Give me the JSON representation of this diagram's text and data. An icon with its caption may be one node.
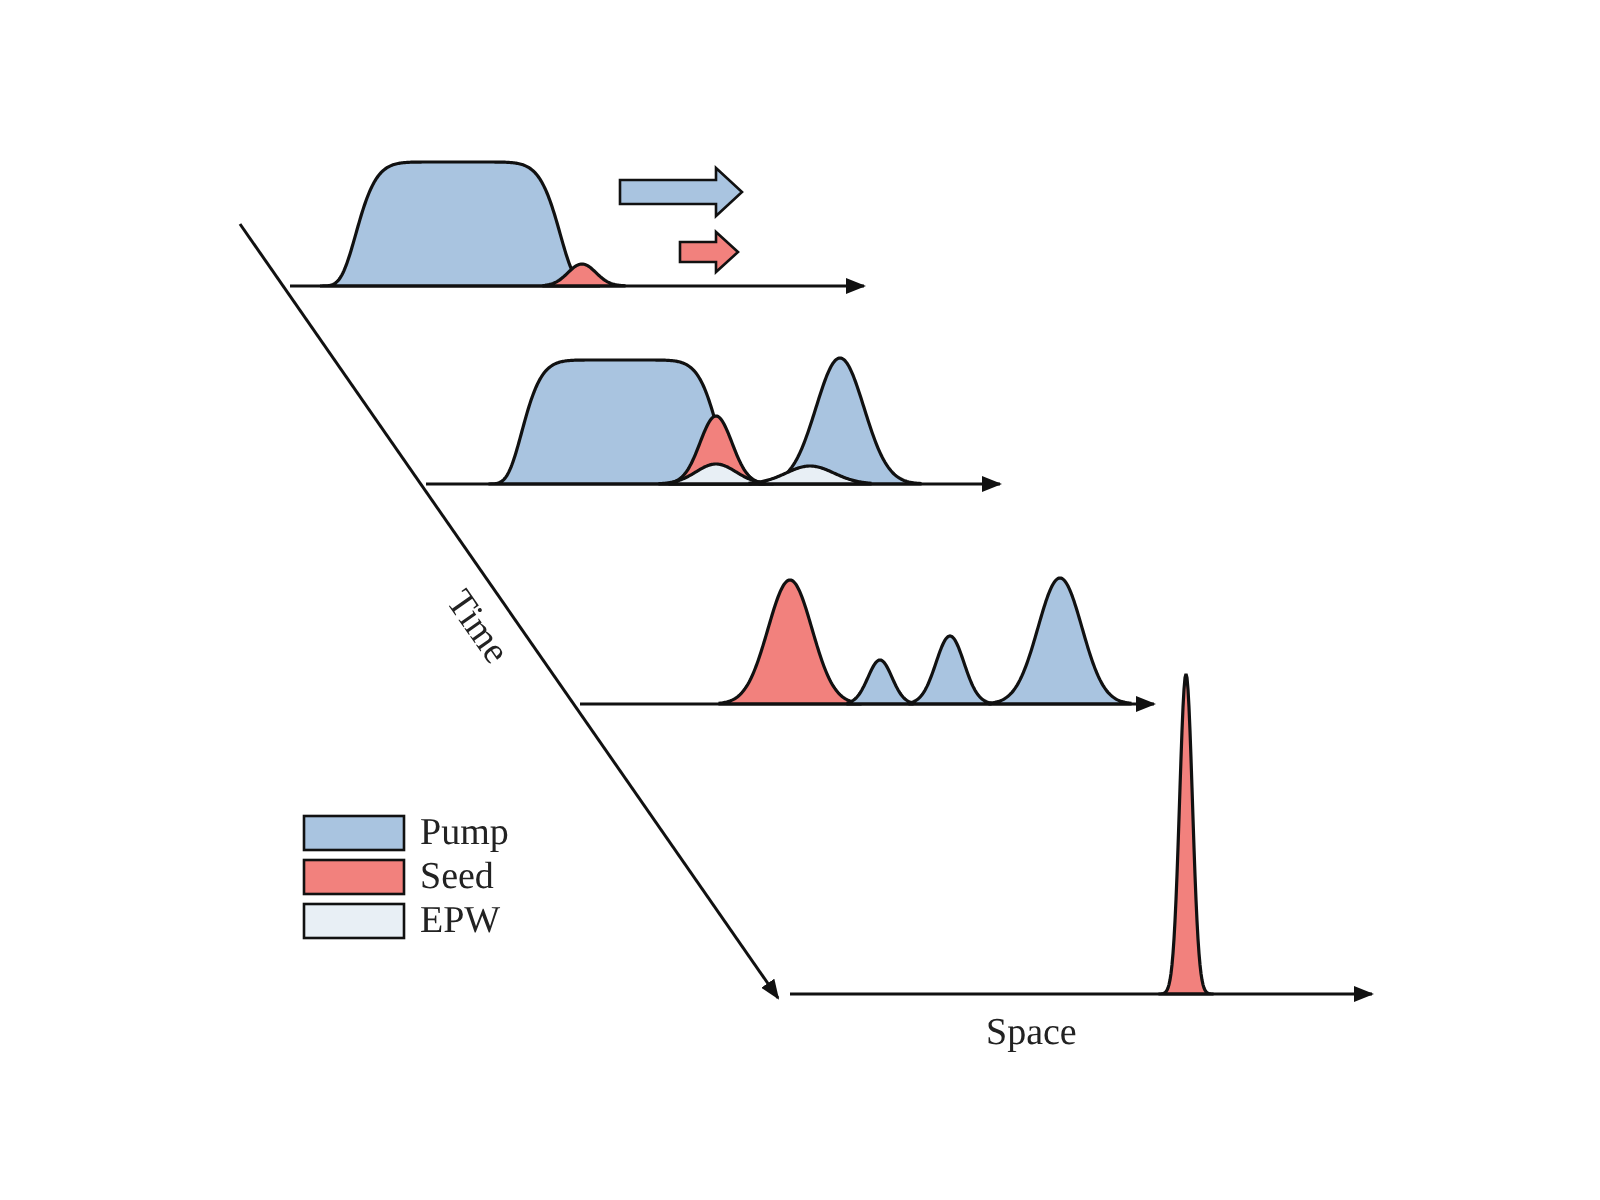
{
  "diagram": {
    "labels": [
      "Time",
      "Space"
    ],
    "legend": [
      {
        "text": "Pump",
        "color": "#a9c4e0"
      },
      {
        "text": "Seed",
        "color": "#f2817d"
      },
      {
        "text": "EPW",
        "color": "#e8eff5"
      }
    ]
  }
}
